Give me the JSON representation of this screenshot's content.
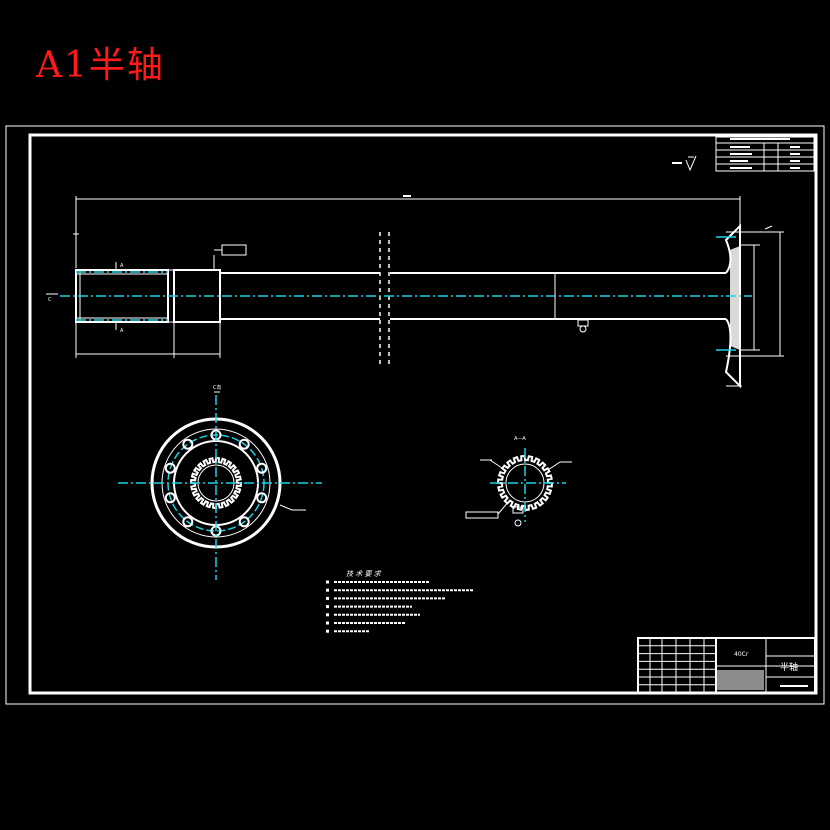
{
  "title": "A1半轴",
  "colors": {
    "background": "#000000",
    "title": "#ff1a1a",
    "lines": "#ffffff",
    "centerline": "#19d3e6"
  },
  "drawing": {
    "view_labels": {
      "section_a_top": "A",
      "section_a_bottom": "A",
      "flange_view": "C向",
      "section_view": "A—A",
      "left_marker": "C"
    },
    "tech_requirements_title": "技 术 要 求",
    "title_block": {
      "part_name": "半轴",
      "material": "40Cr"
    }
  }
}
